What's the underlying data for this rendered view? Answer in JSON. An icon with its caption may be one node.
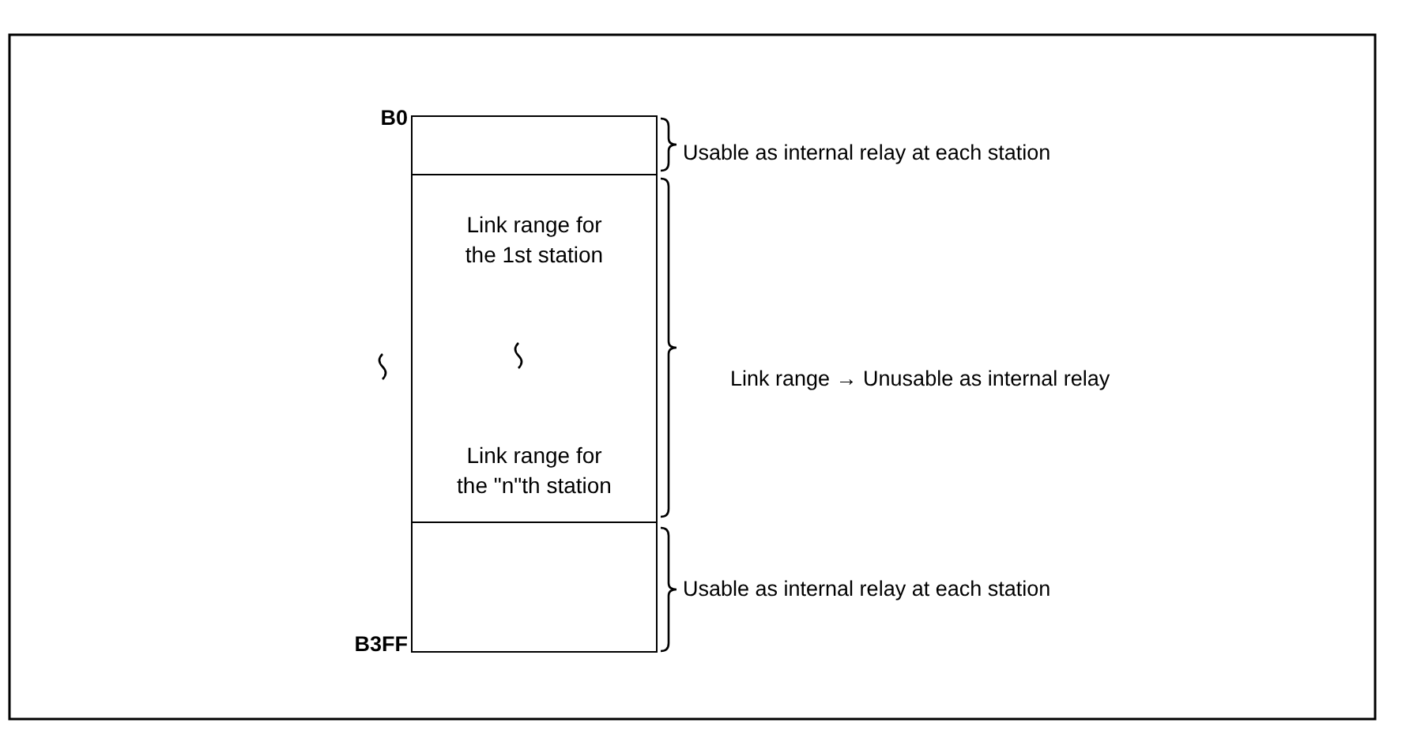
{
  "diagram": {
    "nodes": [
      {
        "text": [],
        "shape": "box"
      },
      {
        "text": [
          "Link range for the 1st station",
          "Link range for the \"n\"th station"
        ]
      },
      {
        "text": [],
        "shape": "box"
      }
    ],
    "labels": [
      "B0",
      "Usable as internal relay at each station",
      "Link range → Unusable as internal relay",
      "Usable as internal relay at each station",
      "B3FF"
    ]
  }
}
